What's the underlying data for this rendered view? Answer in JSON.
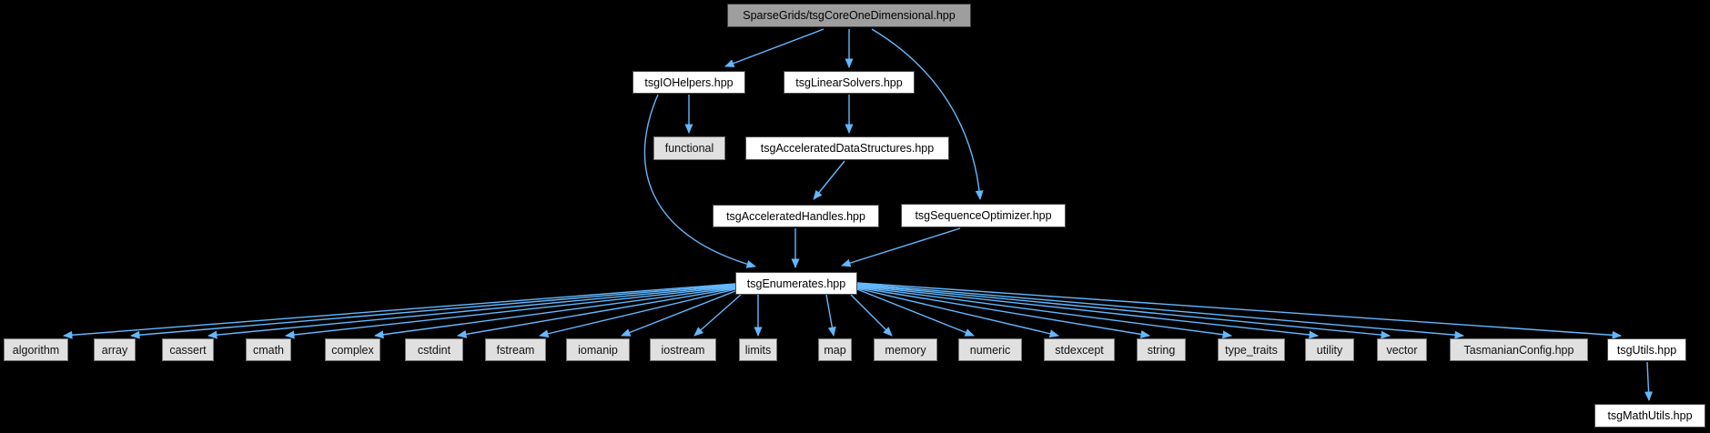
{
  "graph": {
    "kind": "include-dependency-graph",
    "background_color": "#000000",
    "edge_color": "#63b8ff",
    "root_fill": "#9e9e9e",
    "external_node_fill": "#e0e0e0",
    "internal_node_fill": "#ffffff"
  },
  "nodes": {
    "root": {
      "label": "SparseGrids/tsgCoreOneDimensional.hpp",
      "type": "root"
    },
    "iohelpers": {
      "label": "tsgIOHelpers.hpp",
      "type": "internal"
    },
    "linearsolvers": {
      "label": "tsgLinearSolvers.hpp",
      "type": "internal"
    },
    "functional": {
      "label": "functional",
      "type": "external"
    },
    "ads": {
      "label": "tsgAcceleratedDataStructures.hpp",
      "type": "internal"
    },
    "handles": {
      "label": "tsgAcceleratedHandles.hpp",
      "type": "internal"
    },
    "optimizer": {
      "label": "tsgSequenceOptimizer.hpp",
      "type": "internal"
    },
    "enumerates": {
      "label": "tsgEnumerates.hpp",
      "type": "internal"
    },
    "algorithm": {
      "label": "algorithm",
      "type": "external"
    },
    "array": {
      "label": "array",
      "type": "external"
    },
    "cassert": {
      "label": "cassert",
      "type": "external"
    },
    "cmath": {
      "label": "cmath",
      "type": "external"
    },
    "complex": {
      "label": "complex",
      "type": "external"
    },
    "cstdint": {
      "label": "cstdint",
      "type": "external"
    },
    "fstream": {
      "label": "fstream",
      "type": "external"
    },
    "iomanip": {
      "label": "iomanip",
      "type": "external"
    },
    "iostream": {
      "label": "iostream",
      "type": "external"
    },
    "limits": {
      "label": "limits",
      "type": "external"
    },
    "map": {
      "label": "map",
      "type": "external"
    },
    "memory": {
      "label": "memory",
      "type": "external"
    },
    "numeric": {
      "label": "numeric",
      "type": "external"
    },
    "stdexcept": {
      "label": "stdexcept",
      "type": "external"
    },
    "string": {
      "label": "string",
      "type": "external"
    },
    "type_traits": {
      "label": "type_traits",
      "type": "external"
    },
    "utility": {
      "label": "utility",
      "type": "external"
    },
    "vector": {
      "label": "vector",
      "type": "external"
    },
    "tasmanianconfig": {
      "label": "TasmanianConfig.hpp",
      "type": "external"
    },
    "tsgutils": {
      "label": "tsgUtils.hpp",
      "type": "internal"
    },
    "mathutils": {
      "label": "tsgMathUtils.hpp",
      "type": "internal"
    }
  },
  "edges": [
    {
      "from": "root",
      "to": "iohelpers"
    },
    {
      "from": "root",
      "to": "linearsolvers"
    },
    {
      "from": "root",
      "to": "optimizer"
    },
    {
      "from": "iohelpers",
      "to": "functional"
    },
    {
      "from": "iohelpers",
      "to": "enumerates"
    },
    {
      "from": "linearsolvers",
      "to": "ads"
    },
    {
      "from": "ads",
      "to": "handles"
    },
    {
      "from": "handles",
      "to": "enumerates"
    },
    {
      "from": "optimizer",
      "to": "enumerates"
    },
    {
      "from": "enumerates",
      "to": "algorithm"
    },
    {
      "from": "enumerates",
      "to": "array"
    },
    {
      "from": "enumerates",
      "to": "cassert"
    },
    {
      "from": "enumerates",
      "to": "cmath"
    },
    {
      "from": "enumerates",
      "to": "complex"
    },
    {
      "from": "enumerates",
      "to": "cstdint"
    },
    {
      "from": "enumerates",
      "to": "fstream"
    },
    {
      "from": "enumerates",
      "to": "iomanip"
    },
    {
      "from": "enumerates",
      "to": "iostream"
    },
    {
      "from": "enumerates",
      "to": "limits"
    },
    {
      "from": "enumerates",
      "to": "map"
    },
    {
      "from": "enumerates",
      "to": "memory"
    },
    {
      "from": "enumerates",
      "to": "numeric"
    },
    {
      "from": "enumerates",
      "to": "stdexcept"
    },
    {
      "from": "enumerates",
      "to": "string"
    },
    {
      "from": "enumerates",
      "to": "type_traits"
    },
    {
      "from": "enumerates",
      "to": "utility"
    },
    {
      "from": "enumerates",
      "to": "vector"
    },
    {
      "from": "enumerates",
      "to": "tasmanianconfig"
    },
    {
      "from": "enumerates",
      "to": "tsgutils"
    },
    {
      "from": "tsgutils",
      "to": "mathutils"
    }
  ]
}
